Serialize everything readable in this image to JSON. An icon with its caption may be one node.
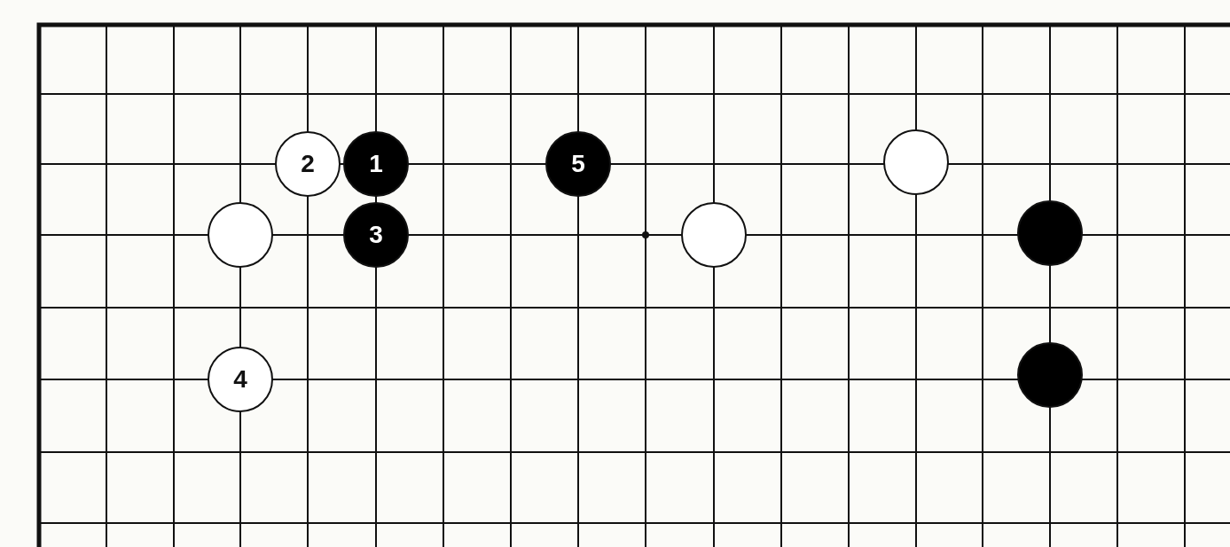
{
  "diagram": {
    "nodes": [
      {
        "text": [
          "2"
        ]
      },
      {
        "text": [
          "1"
        ]
      },
      {
        "text": [
          "5"
        ]
      },
      {
        "text": [],
        "shape": "circle"
      },
      {
        "text": [],
        "shape": "circle"
      },
      {
        "text": [
          "3"
        ]
      },
      {
        "text": [],
        "shape": "circle"
      },
      {
        "text": [],
        "shape": "circle"
      },
      {
        "text": [
          "4"
        ]
      },
      {
        "text": [],
        "shape": "circle"
      }
    ]
  }
}
